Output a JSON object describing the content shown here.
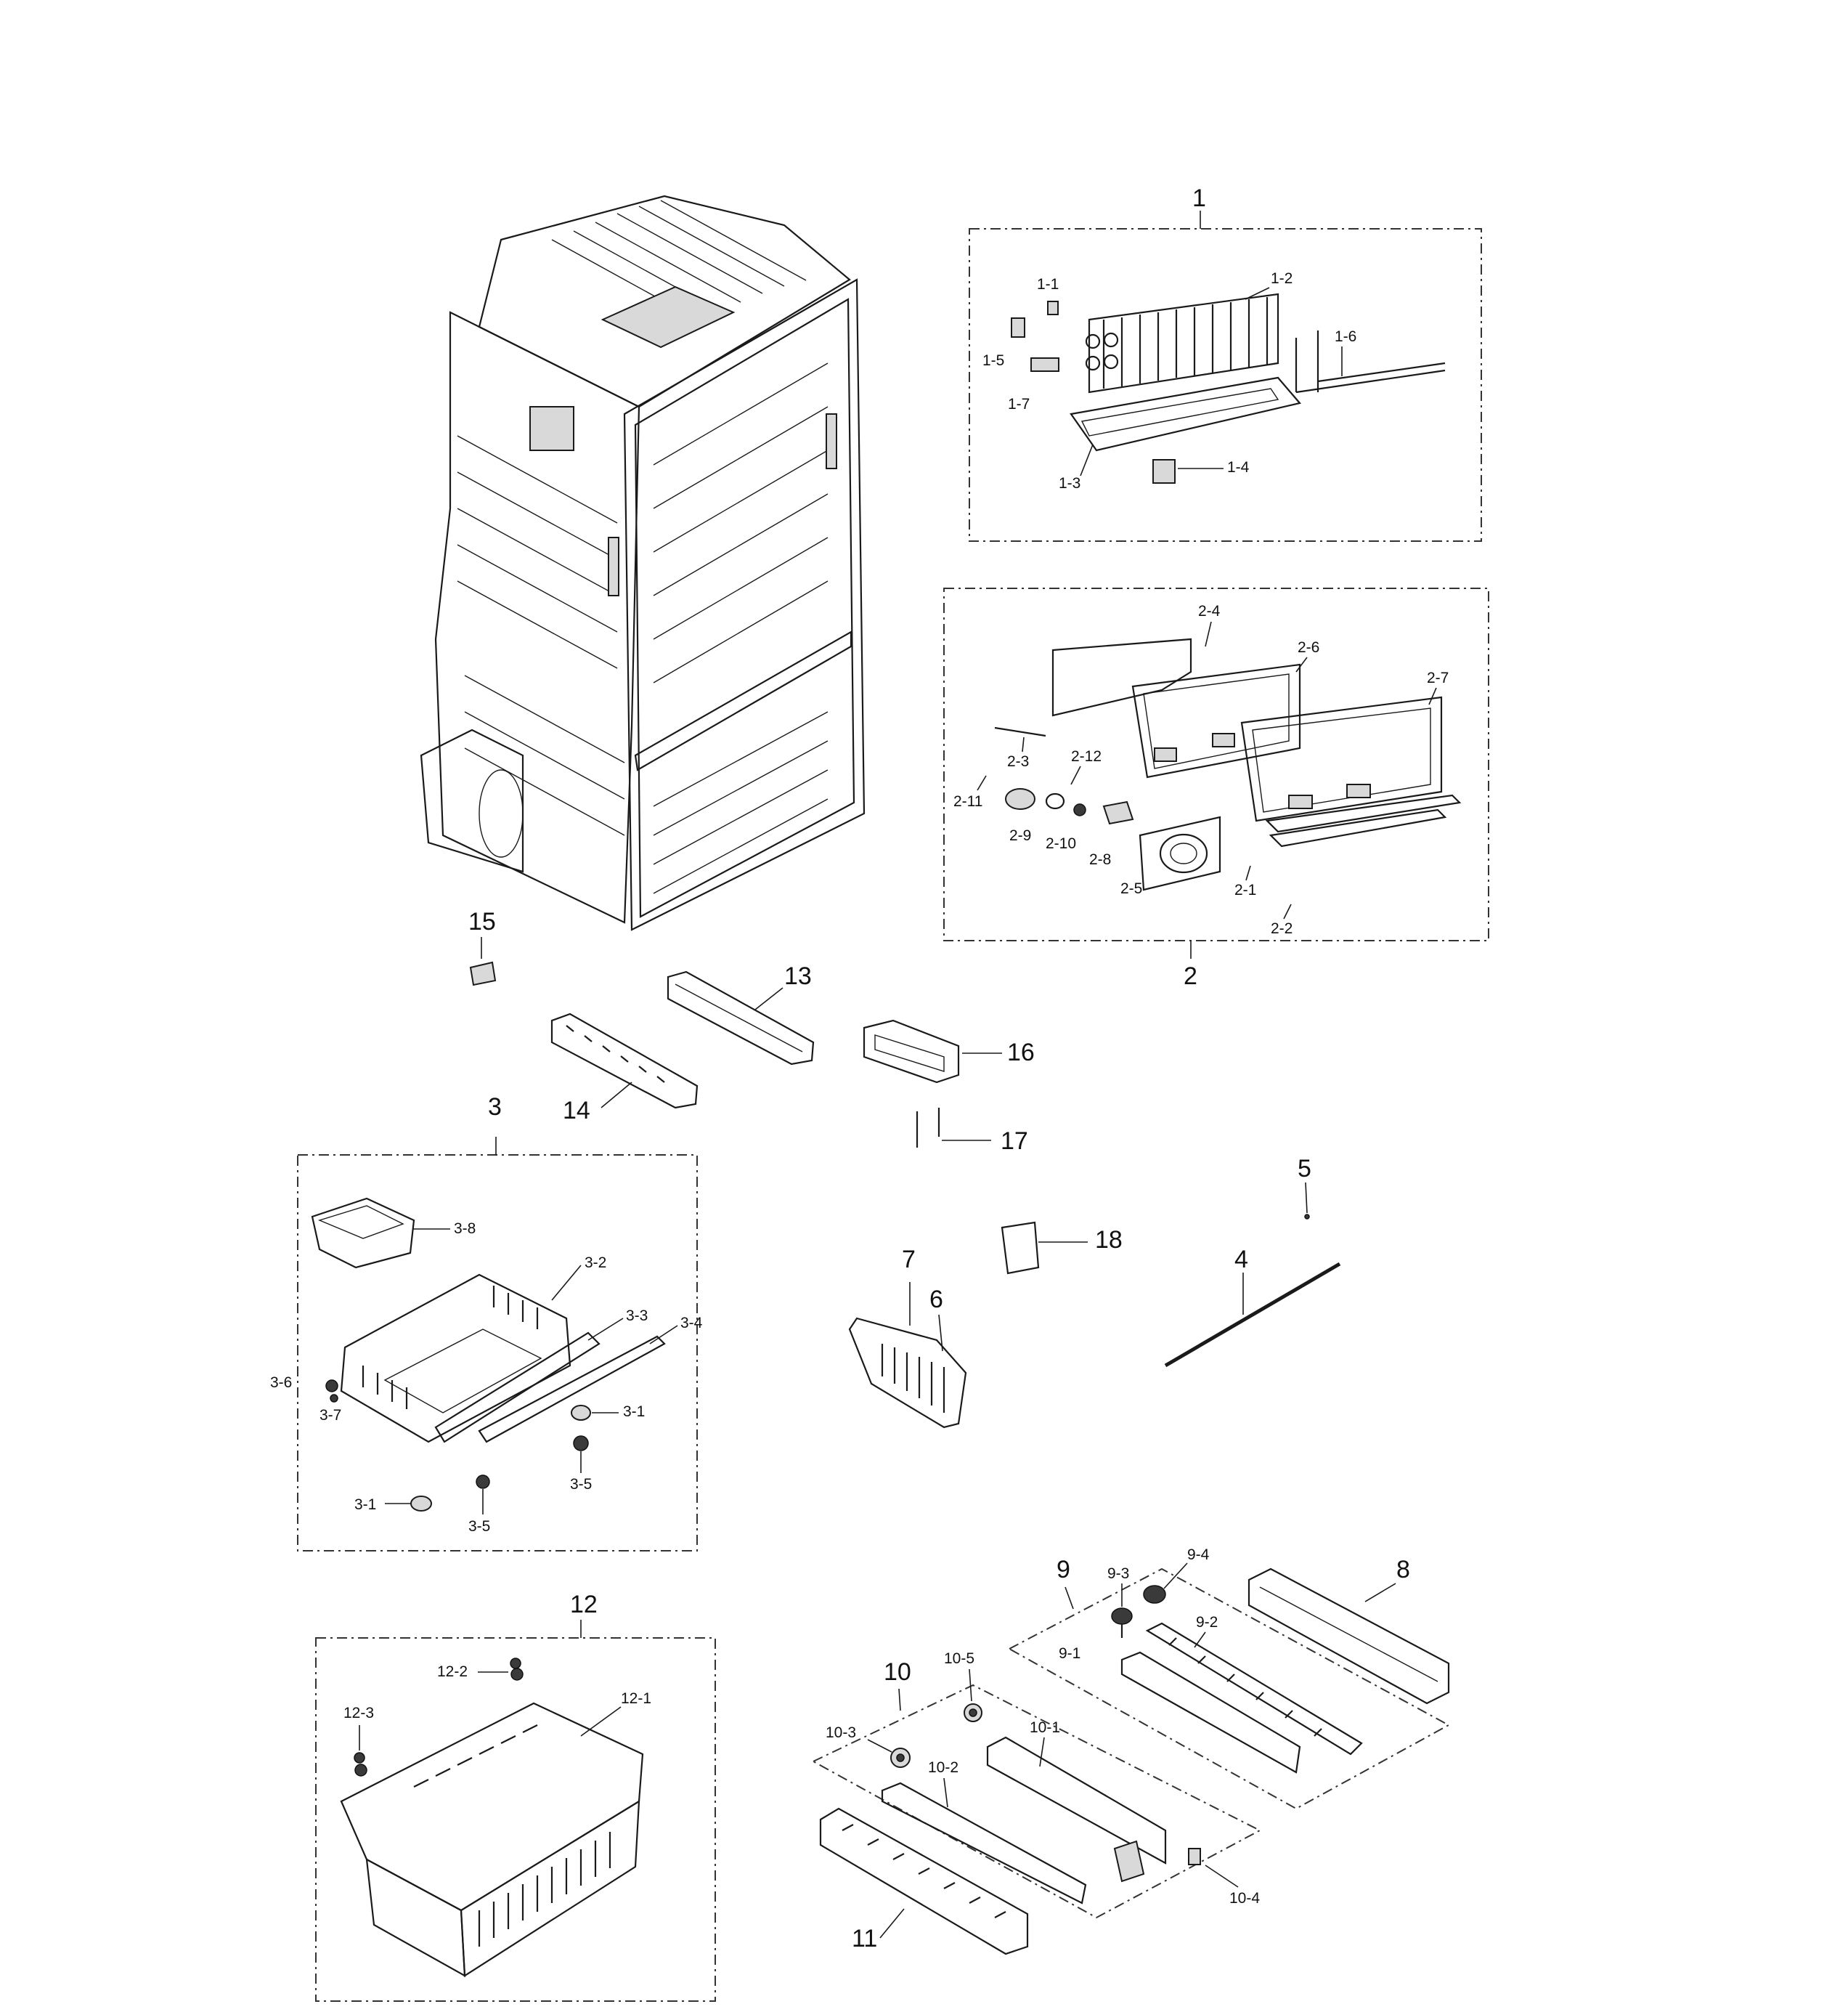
{
  "callouts": {
    "c1": "1",
    "c1_1": "1-1",
    "c1_2": "1-2",
    "c1_3": "1-3",
    "c1_4": "1-4",
    "c1_5": "1-5",
    "c1_6": "1-6",
    "c1_7": "1-7",
    "c2": "2",
    "c2_1": "2-1",
    "c2_2": "2-2",
    "c2_3": "2-3",
    "c2_4": "2-4",
    "c2_5": "2-5",
    "c2_6": "2-6",
    "c2_7": "2-7",
    "c2_8": "2-8",
    "c2_9": "2-9",
    "c2_10": "2-10",
    "c2_11": "2-11",
    "c2_12": "2-12",
    "c3": "3",
    "c3_1a": "3-1",
    "c3_1b": "3-1",
    "c3_2": "3-2",
    "c3_3": "3-3",
    "c3_4": "3-4",
    "c3_5a": "3-5",
    "c3_5b": "3-5",
    "c3_6": "3-6",
    "c3_7": "3-7",
    "c3_8": "3-8",
    "c4": "4",
    "c5": "5",
    "c6": "6",
    "c7": "7",
    "c8": "8",
    "c9": "9",
    "c9_1": "9-1",
    "c9_2": "9-2",
    "c9_3": "9-3",
    "c9_4": "9-4",
    "c10": "10",
    "c10_1": "10-1",
    "c10_2": "10-2",
    "c10_3": "10-3",
    "c10_4": "10-4",
    "c10_5": "10-5",
    "c11": "11",
    "c12": "12",
    "c12_1": "12-1",
    "c12_2": "12-2",
    "c12_3": "12-3",
    "c13": "13",
    "c14": "14",
    "c15": "15",
    "c16": "16",
    "c17": "17",
    "c18": "18"
  }
}
